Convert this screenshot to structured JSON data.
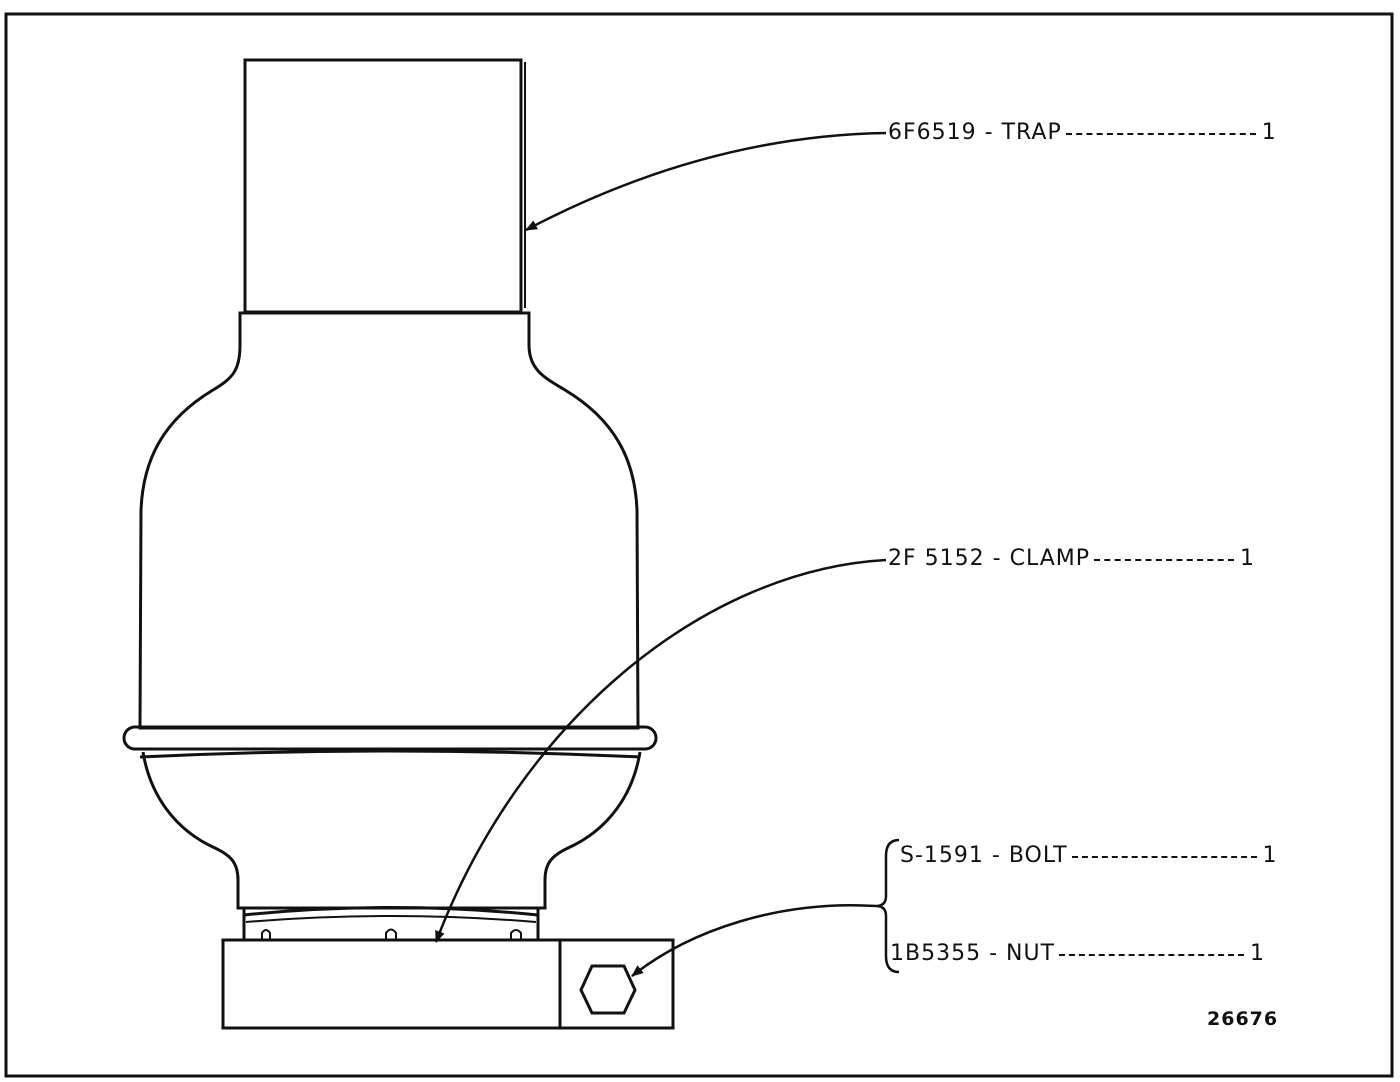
{
  "parts": [
    {
      "part_number": "6F6519",
      "name": "TRAP",
      "qty": "1"
    },
    {
      "part_number": "2F 5152",
      "name": "CLAMP",
      "qty": "1"
    },
    {
      "part_number": "S-1591",
      "name": "BOLT",
      "qty": "1"
    },
    {
      "part_number": "1B5355",
      "name": "NUT",
      "qty": "1"
    }
  ],
  "reference_number": "26676"
}
